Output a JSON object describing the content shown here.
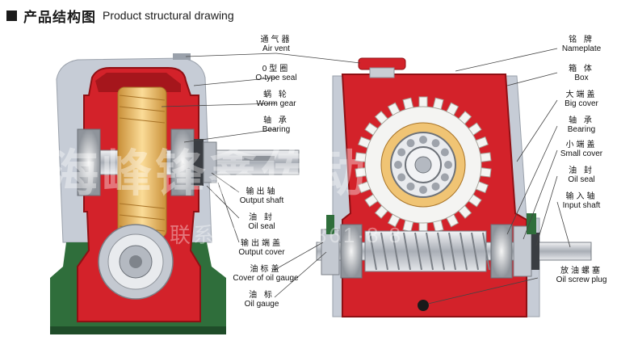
{
  "header": {
    "title_cn": "产品结构图",
    "title_en": "Product structural drawing"
  },
  "watermark": {
    "brand": "海峰锋鑫传动",
    "phone": "联系电话：13861·8 8"
  },
  "colors": {
    "housing": "#d3222a",
    "housing_dark": "#8f1014",
    "base": "#2e6e3a",
    "cover": "#c8cdd6",
    "bronze": "#f0c474",
    "steel": "#b9bec6"
  },
  "labels_left": [
    {
      "cn": "通气器",
      "en": "Air vent"
    },
    {
      "cn": "0型圈",
      "en": "O-type seal"
    },
    {
      "cn": "蜗 轮",
      "en": "Worm gear"
    },
    {
      "cn": "轴 承",
      "en": "Bearing"
    },
    {
      "cn": "输出轴",
      "en": "Output shaft"
    },
    {
      "cn": "油 封",
      "en": "Oil seal"
    },
    {
      "cn": "输出端盖",
      "en": "Output cover"
    },
    {
      "cn": "油标盖",
      "en": "Cover of oil gauge"
    },
    {
      "cn": "油 标",
      "en": "Oil gauge"
    }
  ],
  "labels_right": [
    {
      "cn": "铭 牌",
      "en": "Nameplate"
    },
    {
      "cn": "箱 体",
      "en": "Box"
    },
    {
      "cn": "大端盖",
      "en": "Big cover"
    },
    {
      "cn": "轴 承",
      "en": "Bearing"
    },
    {
      "cn": "小端盖",
      "en": "Small cover"
    },
    {
      "cn": "油 封",
      "en": "Oil seal"
    },
    {
      "cn": "输入轴",
      "en": "Input shaft"
    },
    {
      "cn": "放油螺塞",
      "en": "Oil screw plug"
    }
  ]
}
